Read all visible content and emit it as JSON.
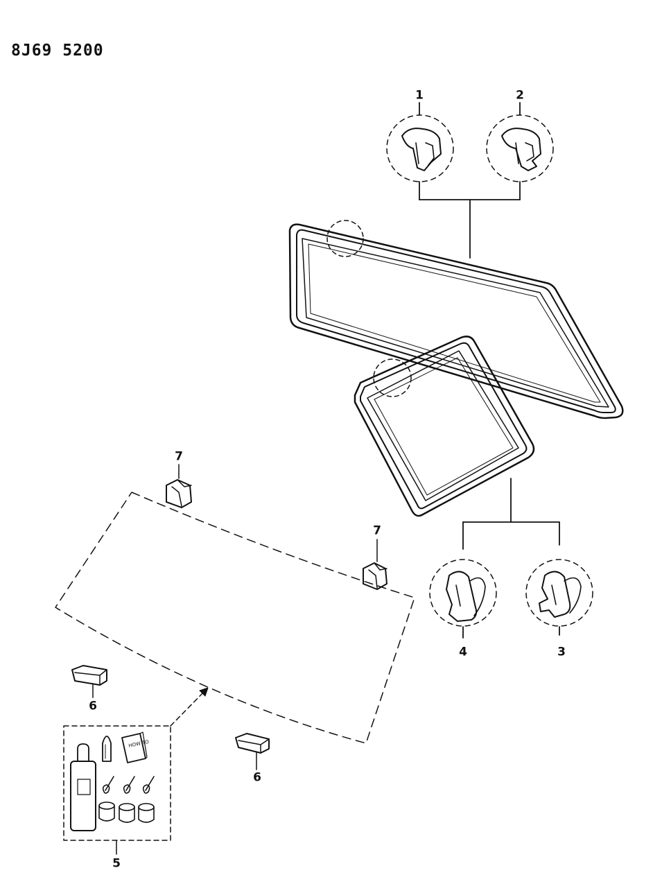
{
  "diagram": {
    "drawing_code": "8J69 5200",
    "kit_booklet_text": "HOW TO",
    "callouts": [
      {
        "id": "callout-1",
        "label": "1"
      },
      {
        "id": "callout-2",
        "label": "2"
      },
      {
        "id": "callout-3",
        "label": "3"
      },
      {
        "id": "callout-4",
        "label": "4"
      },
      {
        "id": "callout-5",
        "label": "5"
      },
      {
        "id": "callout-6a",
        "label": "6"
      },
      {
        "id": "callout-6b",
        "label": "6"
      },
      {
        "id": "callout-7a",
        "label": "7"
      },
      {
        "id": "callout-7b",
        "label": "7"
      }
    ],
    "line_color": "#111111",
    "background": "#ffffff"
  }
}
